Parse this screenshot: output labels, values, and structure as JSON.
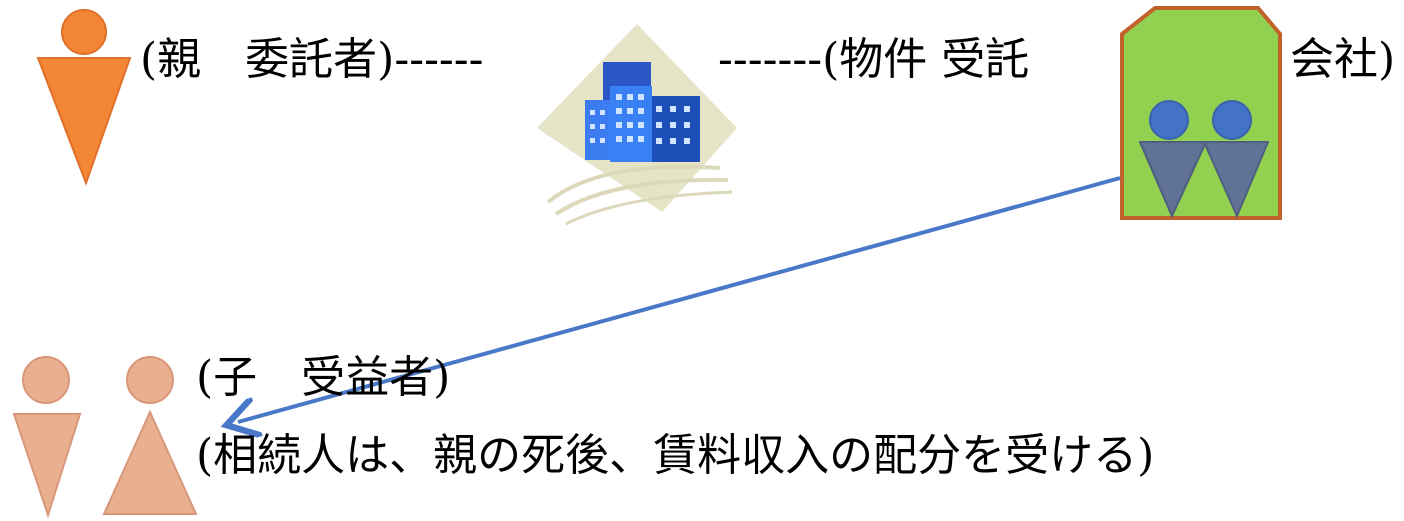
{
  "labels": {
    "settlor": "(親　委託者)------",
    "trustee_left": "-------(物件 受託",
    "trustee_right": "会社)",
    "beneficiary": "(子　受益者)",
    "beneficiary_note": "(相続人は、親の死後、賃料収入の配分を受ける)"
  },
  "colors": {
    "settlor_figure": "#f48735",
    "beneficiary_figures": "#e9b08f",
    "company_box_fill": "#92d050",
    "company_box_border": "#c0622a",
    "company_people_heads": "#4472c4",
    "company_people_bodies": "#617297",
    "arrow": "#4a78c8",
    "building_backdrop": "#e6e4c7",
    "building_main": "#1f5fe0"
  },
  "icons": {
    "settlor": "person-icon",
    "building": "building-icon",
    "trust_company": "company-people-icon",
    "beneficiaries": "two-persons-icon"
  }
}
